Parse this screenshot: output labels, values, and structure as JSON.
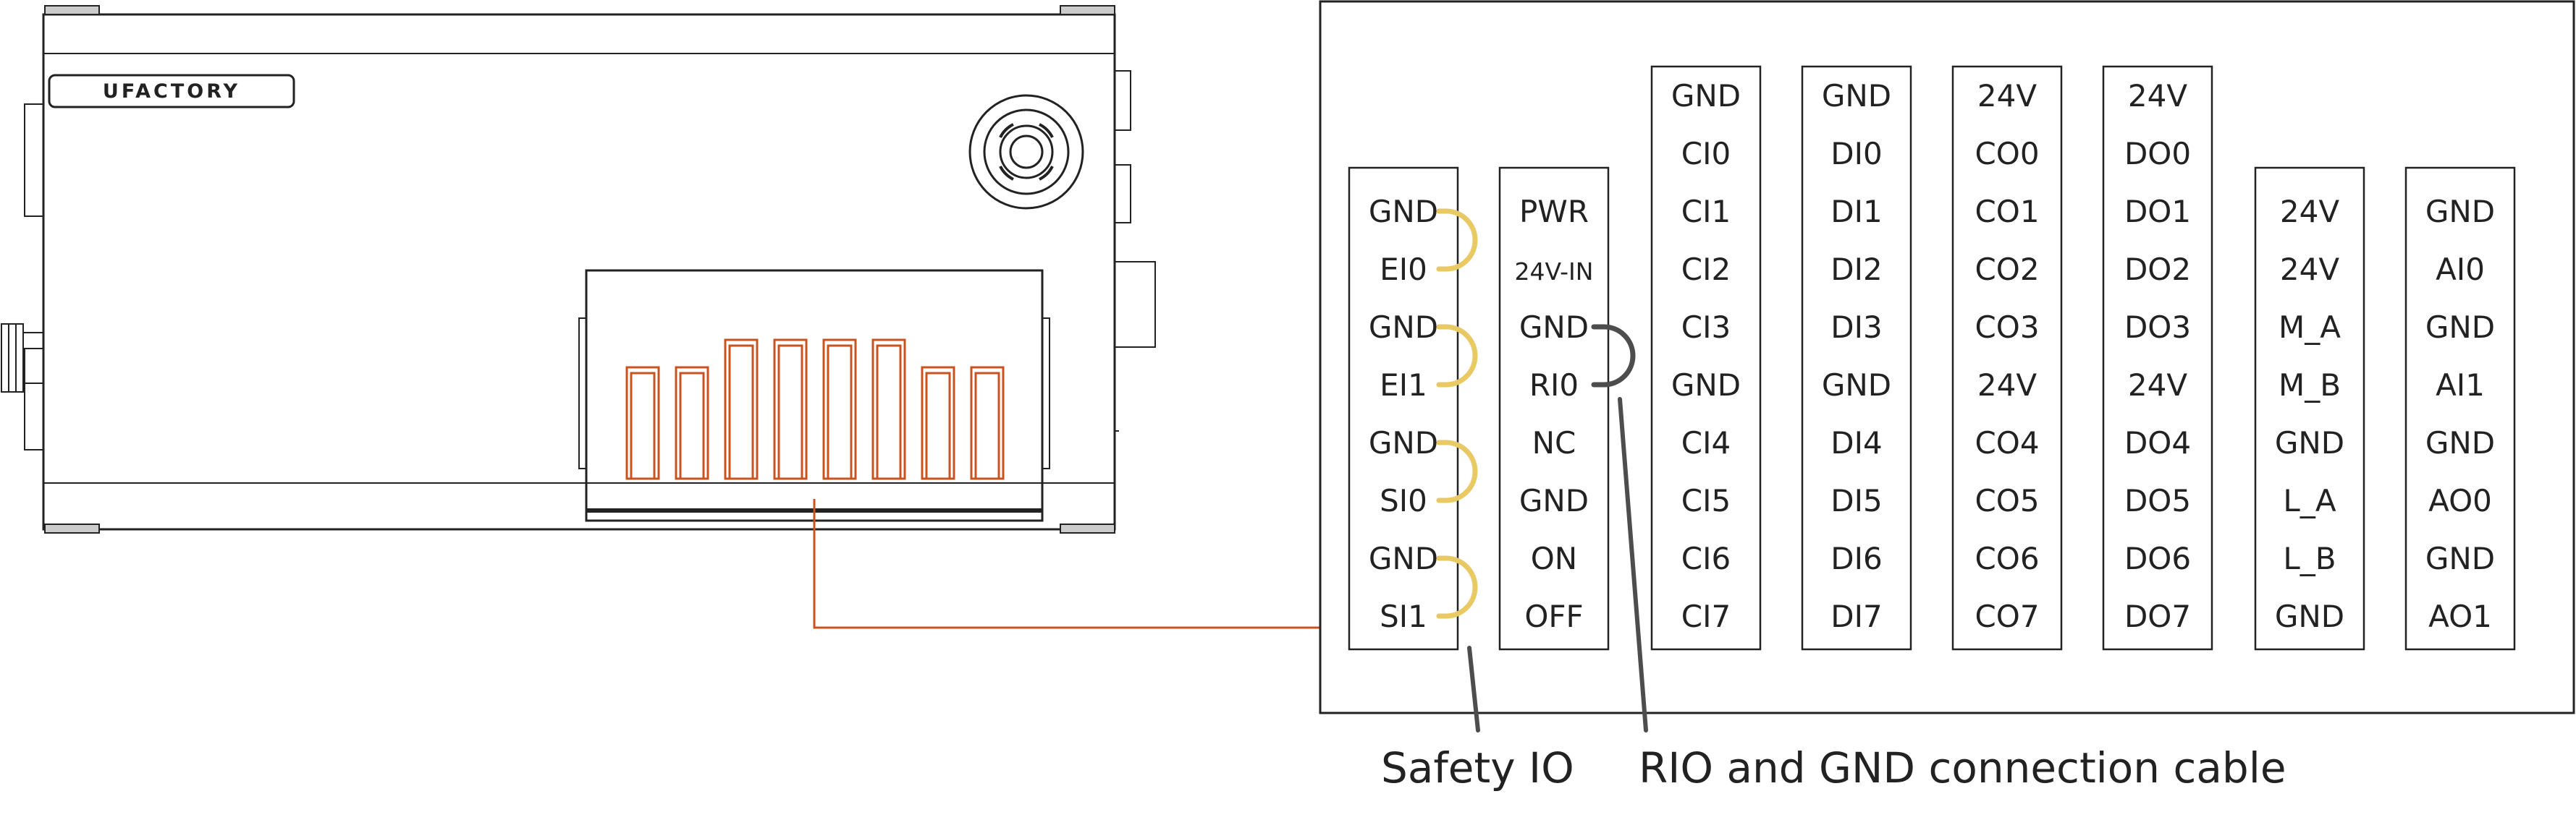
{
  "device": {
    "brand": "UFACTORY"
  },
  "colors": {
    "outline": "#222222",
    "terminal_block": "#c8531e",
    "safety_jumper": "#e9c963",
    "rio_cable": "#4d4d4d"
  },
  "terminal_blocks": [
    {
      "id": "safety-io",
      "pins": [
        "GND",
        "EI0",
        "GND",
        "EI1",
        "GND",
        "SI0",
        "GND",
        "SI1"
      ]
    },
    {
      "id": "power",
      "pins": [
        "PWR",
        "24V-IN",
        "GND",
        "RI0",
        "NC",
        "GND",
        "ON",
        "OFF"
      ]
    },
    {
      "id": "config-input",
      "pins": [
        "GND",
        "CI0",
        "CI1",
        "CI2",
        "CI3",
        "GND",
        "CI4",
        "CI5",
        "CI6",
        "CI7"
      ]
    },
    {
      "id": "digital-input",
      "pins": [
        "GND",
        "DI0",
        "DI1",
        "DI2",
        "DI3",
        "GND",
        "DI4",
        "DI5",
        "DI6",
        "DI7"
      ]
    },
    {
      "id": "config-output",
      "pins": [
        "24V",
        "CO0",
        "CO1",
        "CO2",
        "CO3",
        "24V",
        "CO4",
        "CO5",
        "CO6",
        "CO7"
      ]
    },
    {
      "id": "digital-output",
      "pins": [
        "24V",
        "DO0",
        "DO1",
        "DO2",
        "DO3",
        "24V",
        "DO4",
        "DO5",
        "DO6",
        "DO7"
      ]
    },
    {
      "id": "modbus-line",
      "pins": [
        "24V",
        "24V",
        "M_A",
        "M_B",
        "GND",
        "L_A",
        "L_B",
        "GND"
      ]
    },
    {
      "id": "analog",
      "pins": [
        "GND",
        "AI0",
        "GND",
        "AI1",
        "GND",
        "AO0",
        "GND",
        "AO1"
      ]
    }
  ],
  "labels": {
    "safety_io": "Safety IO",
    "rio_cable": "RIO and GND connection cable"
  }
}
